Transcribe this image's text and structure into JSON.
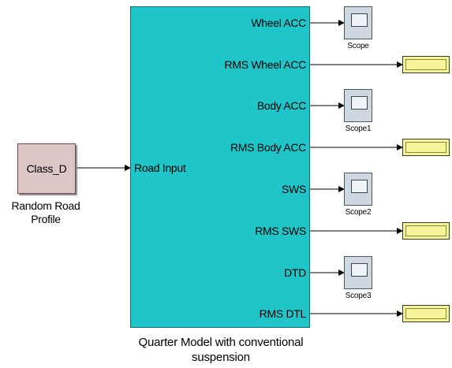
{
  "source": {
    "block_text": "Class_D",
    "caption_line1": "Random Road",
    "caption_line2": "Profile"
  },
  "subsystem": {
    "input_port": "Road Input",
    "caption_line1": "Quarter Model with conventional",
    "caption_line2": "suspension",
    "output_ports": [
      "Wheel ACC",
      "RMS Wheel ACC",
      "Body ACC",
      "RMS Body ACC",
      "SWS",
      "RMS SWS",
      "DTD",
      "RMS DTL"
    ]
  },
  "scopes": [
    "Scope",
    "Scope1",
    "Scope2",
    "Scope3"
  ],
  "colors": {
    "subsystem_fill": "#1fc5c8",
    "source_fill": "#dcc6c6",
    "display_fill": "#f6f49a",
    "scope_fill": "#cfd8e0"
  }
}
